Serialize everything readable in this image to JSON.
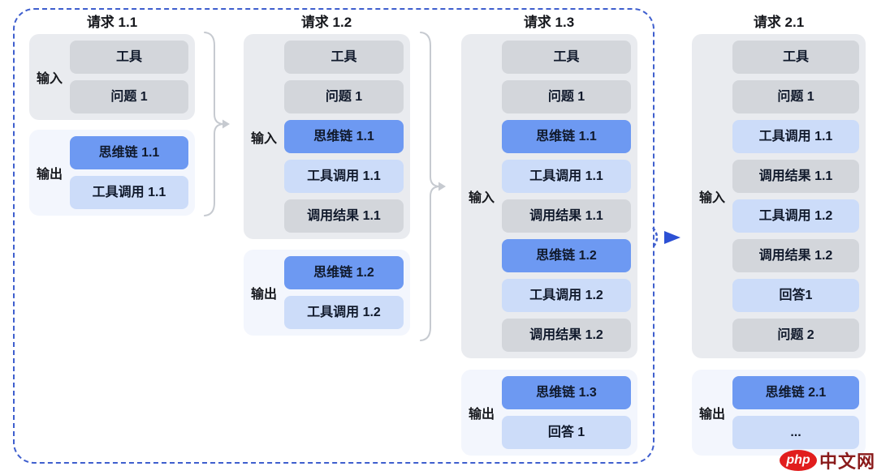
{
  "diagram": {
    "io_labels": {
      "input": "输入",
      "output": "输出"
    },
    "columns": [
      {
        "title": "请求 1.1",
        "input_boxes": [
          {
            "label": "工具",
            "variant": "gray"
          },
          {
            "label": "问题 1",
            "variant": "gray"
          }
        ],
        "output_boxes": [
          {
            "label": "思维链 1.1",
            "variant": "blue"
          },
          {
            "label": "工具调用 1.1",
            "variant": "lightblue"
          }
        ]
      },
      {
        "title": "请求 1.2",
        "input_boxes": [
          {
            "label": "工具",
            "variant": "gray"
          },
          {
            "label": "问题 1",
            "variant": "gray"
          },
          {
            "label": "思维链 1.1",
            "variant": "blue"
          },
          {
            "label": "工具调用 1.1",
            "variant": "lightblue"
          },
          {
            "label": "调用结果 1.1",
            "variant": "gray"
          }
        ],
        "output_boxes": [
          {
            "label": "思维链 1.2",
            "variant": "blue"
          },
          {
            "label": "工具调用 1.2",
            "variant": "lightblue"
          }
        ]
      },
      {
        "title": "请求 1.3",
        "input_boxes": [
          {
            "label": "工具",
            "variant": "gray"
          },
          {
            "label": "问题 1",
            "variant": "gray"
          },
          {
            "label": "思维链 1.1",
            "variant": "blue"
          },
          {
            "label": "工具调用 1.1",
            "variant": "lightblue"
          },
          {
            "label": "调用结果 1.1",
            "variant": "gray"
          },
          {
            "label": "思维链 1.2",
            "variant": "blue"
          },
          {
            "label": "工具调用 1.2",
            "variant": "lightblue"
          },
          {
            "label": "调用结果 1.2",
            "variant": "gray"
          }
        ],
        "output_boxes": [
          {
            "label": "思维链 1.3",
            "variant": "blue"
          },
          {
            "label": "回答 1",
            "variant": "lightblue"
          }
        ]
      },
      {
        "title": "请求 2.1",
        "input_boxes": [
          {
            "label": "工具",
            "variant": "gray"
          },
          {
            "label": "问题 1",
            "variant": "gray"
          },
          {
            "label": "工具调用 1.1",
            "variant": "lightblue"
          },
          {
            "label": "调用结果 1.1",
            "variant": "gray"
          },
          {
            "label": "工具调用 1.2",
            "variant": "lightblue"
          },
          {
            "label": "调用结果 1.2",
            "variant": "gray"
          },
          {
            "label": "回答1",
            "variant": "lightblue"
          },
          {
            "label": "问题 2",
            "variant": "gray"
          }
        ],
        "output_boxes": [
          {
            "label": "思维链 2.1",
            "variant": "blue"
          },
          {
            "label": "...",
            "variant": "lightblue"
          }
        ]
      }
    ],
    "colors": {
      "boundary_blue": "#3f5fce",
      "arrow_blue": "#2c50d4",
      "box_blue": "#6d99f2",
      "box_lightblue": "#ccdcf9",
      "box_gray": "#d3d6db",
      "panel_input_bg": "#e9ebef",
      "panel_output_bg": "#f3f6fd",
      "bracket_gray": "#c6cad0"
    },
    "watermark": {
      "badge": "php",
      "site": "中文网"
    }
  }
}
